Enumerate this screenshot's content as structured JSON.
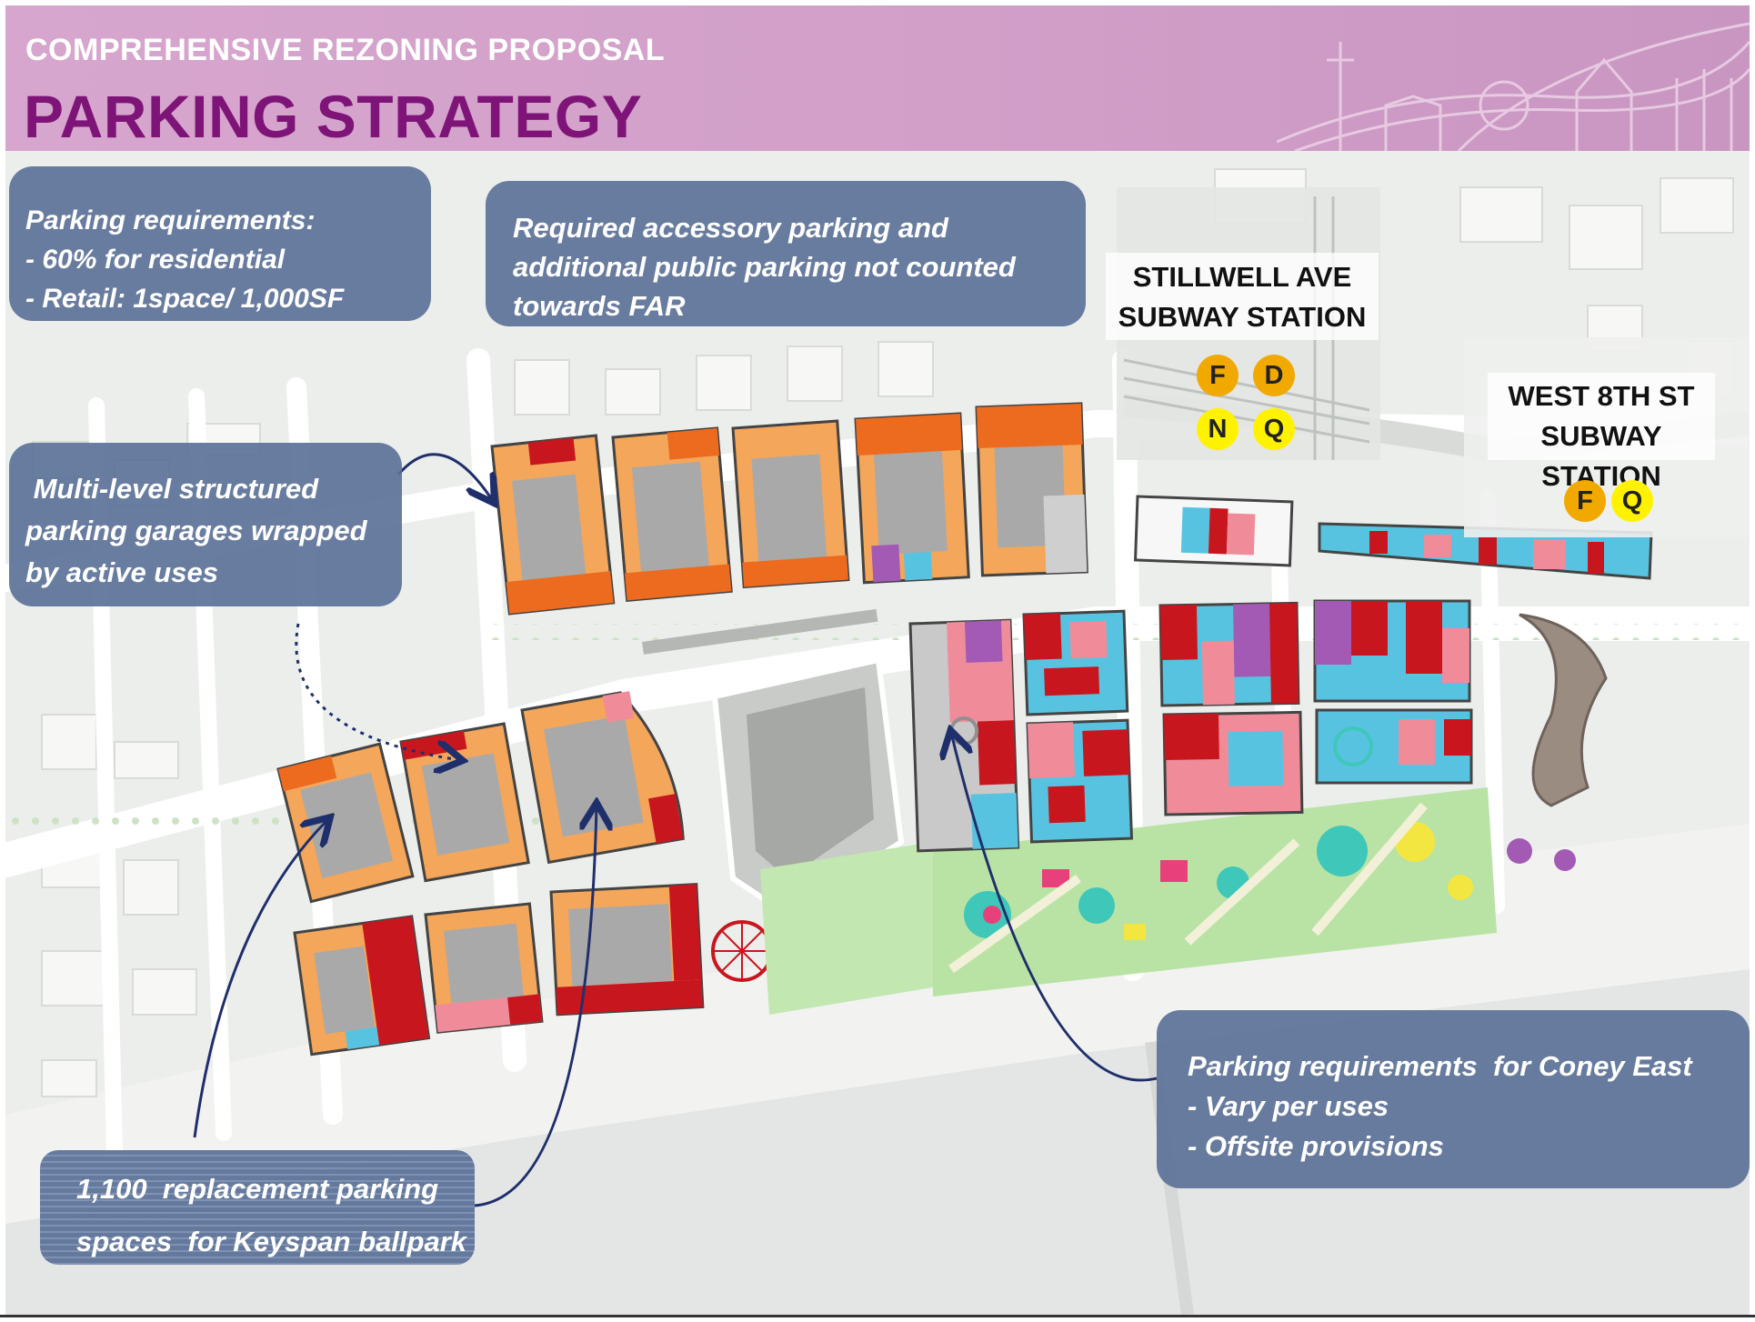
{
  "header": {
    "kicker": "COMPREHENSIVE REZONING PROPOSAL",
    "title": "PARKING STRATEGY"
  },
  "callouts": {
    "requirements": {
      "lines": [
        "Parking requirements:",
        "- 60% for residential",
        "- Retail: 1space/ 1,000SF"
      ]
    },
    "far": {
      "lines": [
        "Required accessory parking and",
        "additional public parking not counted",
        "towards FAR"
      ]
    },
    "garages": {
      "lines": [
        " Multi-level structured",
        "parking garages wrapped",
        "by active uses"
      ]
    },
    "coney_east": {
      "lines": [
        "Parking requirements  for Coney East",
        "- Vary per uses",
        "- Offsite provisions"
      ]
    },
    "replacement": {
      "lines": [
        "1,100  replacement parking",
        "spaces  for Keyspan ballpark"
      ]
    }
  },
  "stations": {
    "stillwell": {
      "lines": [
        "STILLWELL AVE",
        "SUBWAY STATION"
      ],
      "trains": [
        "F",
        "D",
        "N",
        "Q"
      ]
    },
    "west8th": {
      "lines": [
        "WEST 8TH ST",
        "SUBWAY STATION"
      ],
      "trains": [
        "F",
        "Q"
      ]
    }
  },
  "legend_colors": {
    "header_bg": "#d7a6ce",
    "title": "#7e1478",
    "callout_bg": "#5c7298",
    "garage": "#a9a9a9",
    "residential_orange": "#f4a65a",
    "retail_red": "#c8161e",
    "entertainment_blue": "#58c3e0",
    "pink": "#f08c9a",
    "purple": "#a35ab5",
    "park_green": "#a8dc8e",
    "arrow": "#1f2f6b"
  }
}
